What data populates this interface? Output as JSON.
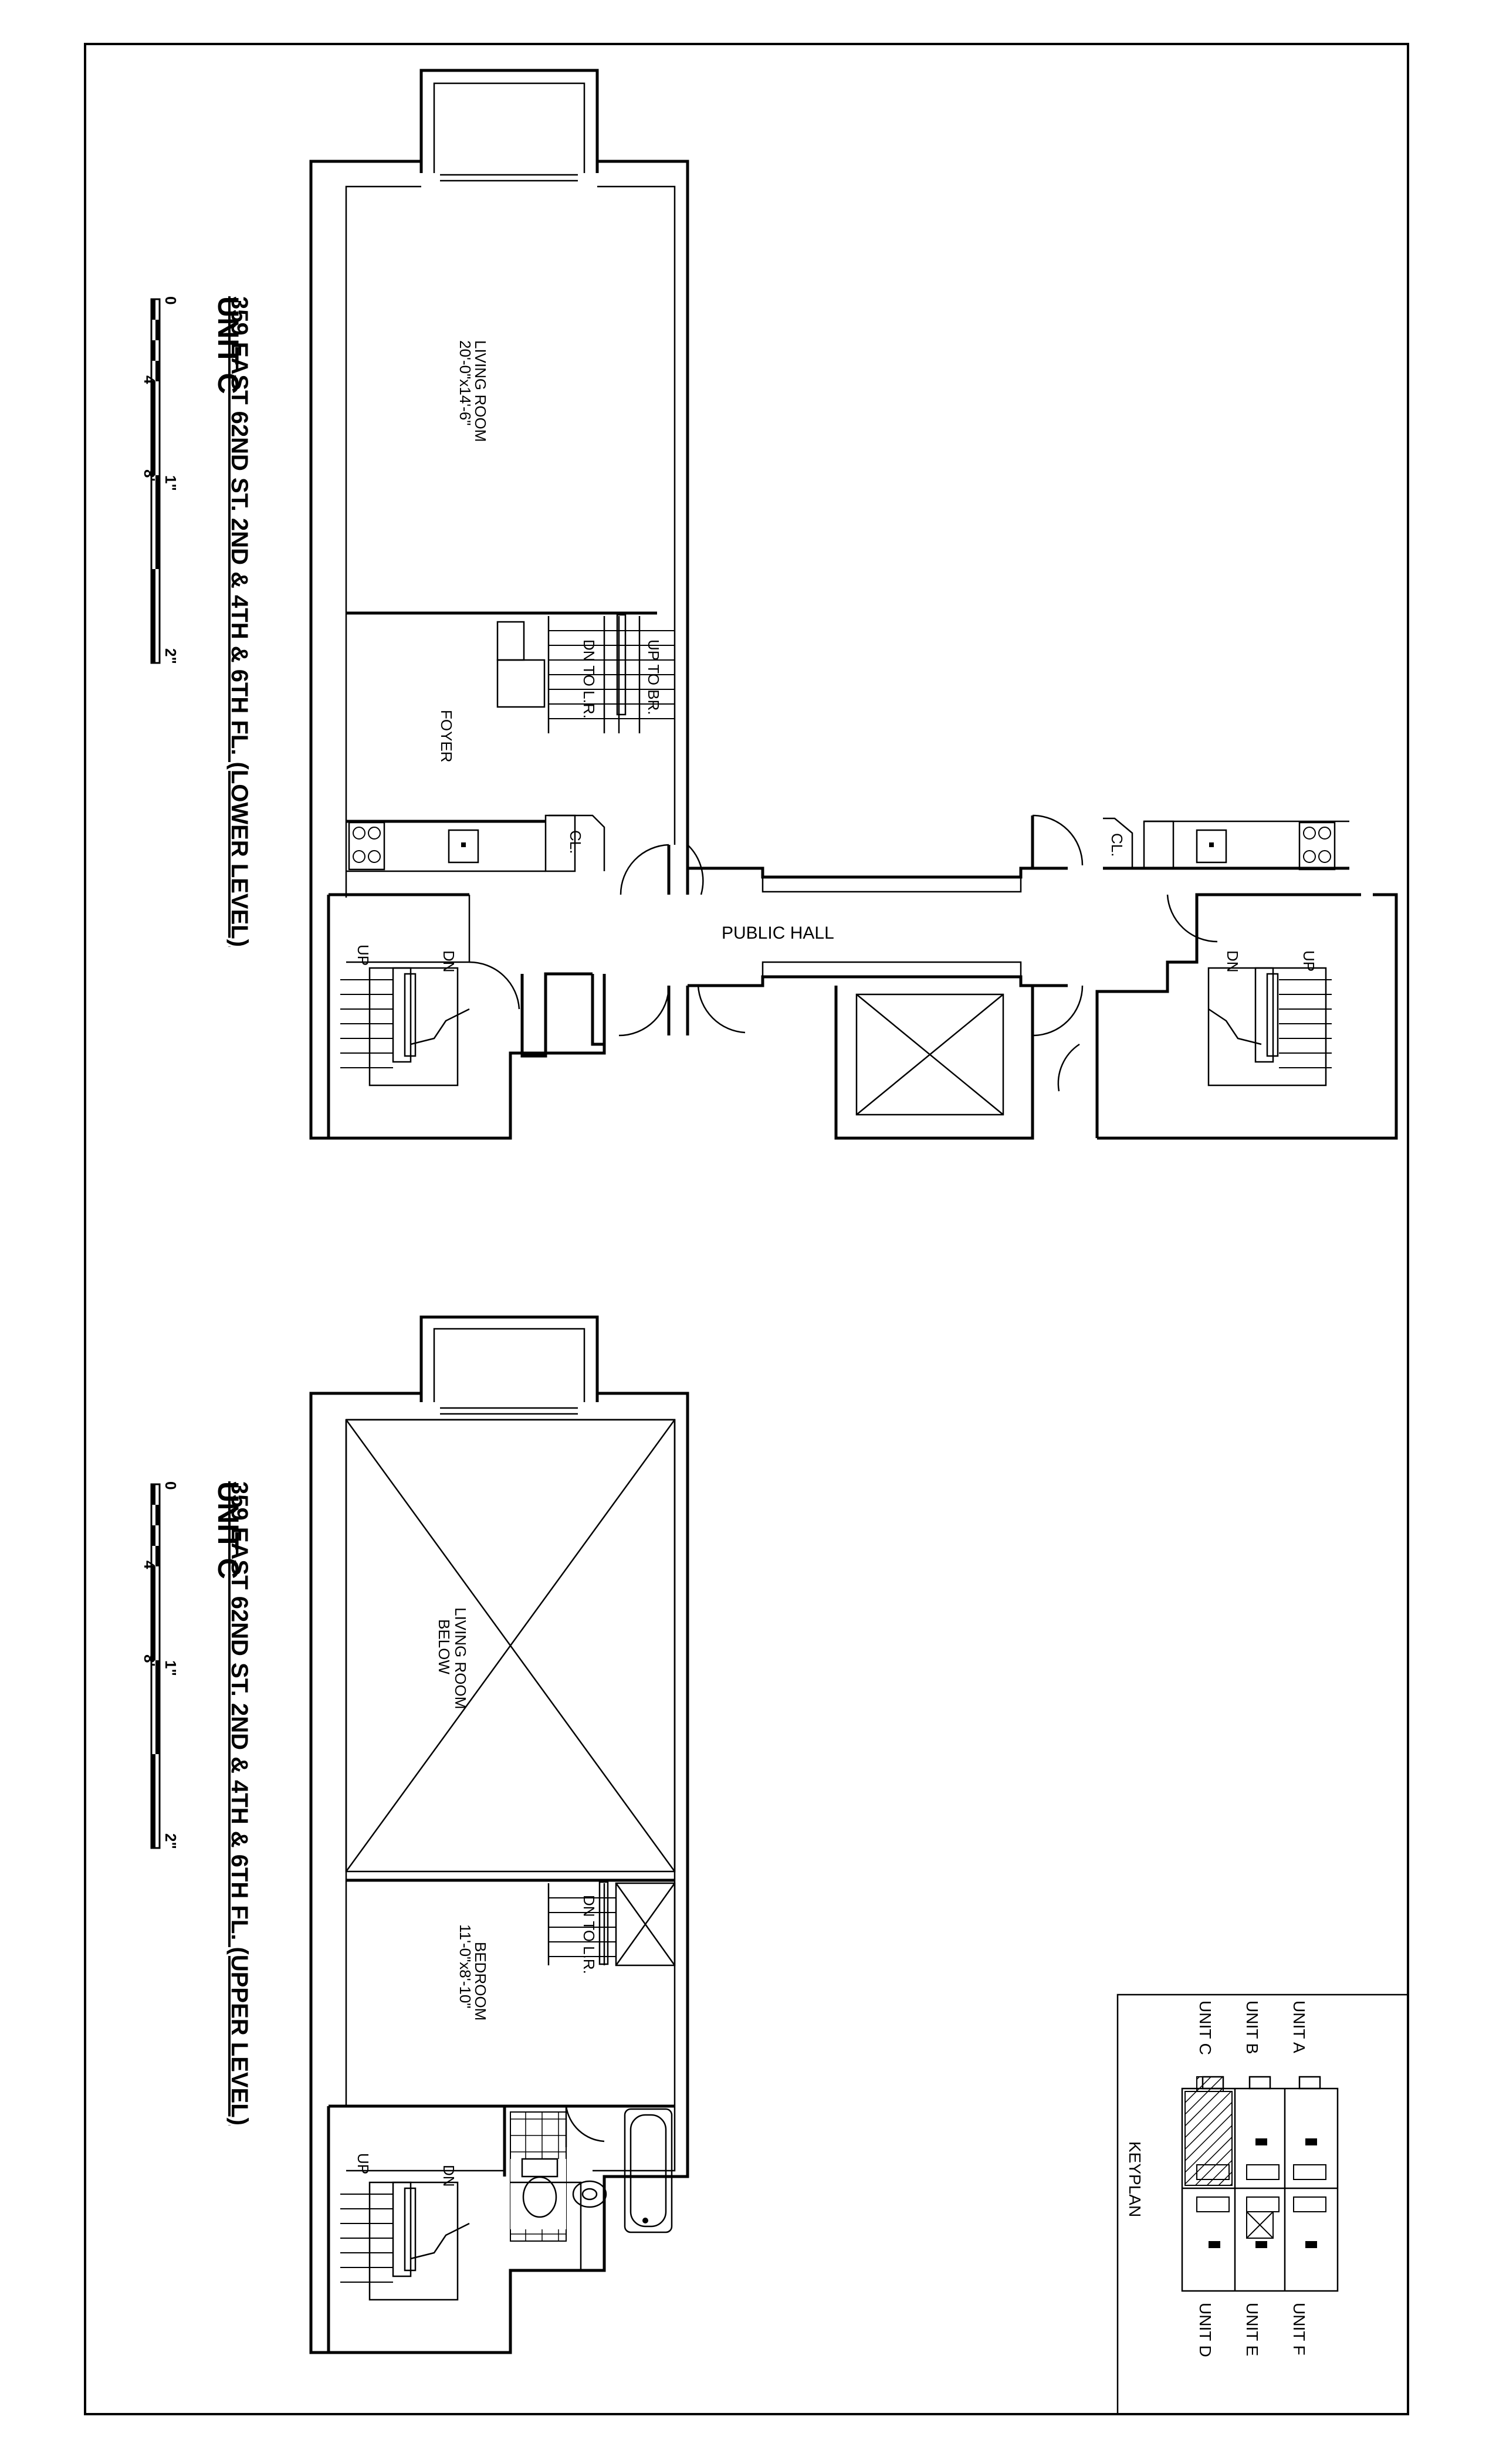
{
  "lower": {
    "title": "UNIT C",
    "address": "359 EAST 62ND ST. 2ND & 4TH & 6TH FL. (LOWER LEVEL)",
    "scale": [
      "0",
      "4'",
      "8'",
      "1\"",
      "2\""
    ],
    "living_room": "LIVING ROOM",
    "living_dims": "20'-0\"x14'-6\"",
    "foyer": "FOYER",
    "up_to_br": "UP TO BR.",
    "dn_to_lr": "DN TO L.R.",
    "closet": "CL.",
    "closet_right": "CL.",
    "public_hall": "PUBLIC HALL",
    "stair_up_left": "UP",
    "stair_dn_left": "DN",
    "stair_up_right": "UP",
    "stair_dn_right": "DN"
  },
  "upper": {
    "title": "UNIT C",
    "address": "359 EAST 62ND ST. 2ND & 4TH & 6TH FL. (UPPER LEVEL)",
    "scale": [
      "0",
      "4'",
      "8'",
      "1\"",
      "2\""
    ],
    "living_below_1": "LIVING ROOM",
    "living_below_2": "BELOW",
    "dn_to_lr": "DN TO L.R.",
    "bedroom": "BEDROOM",
    "bedroom_dims": "11'-0\"x8'-10\"",
    "stair_up": "UP",
    "stair_dn": "DN"
  },
  "keyplan": {
    "title": "KEYPLAN",
    "units_left": [
      "UNIT A",
      "UNIT B",
      "UNIT C"
    ],
    "units_right": [
      "UNIT F",
      "UNIT E",
      "UNIT D"
    ],
    "highlight": "UNIT C"
  }
}
